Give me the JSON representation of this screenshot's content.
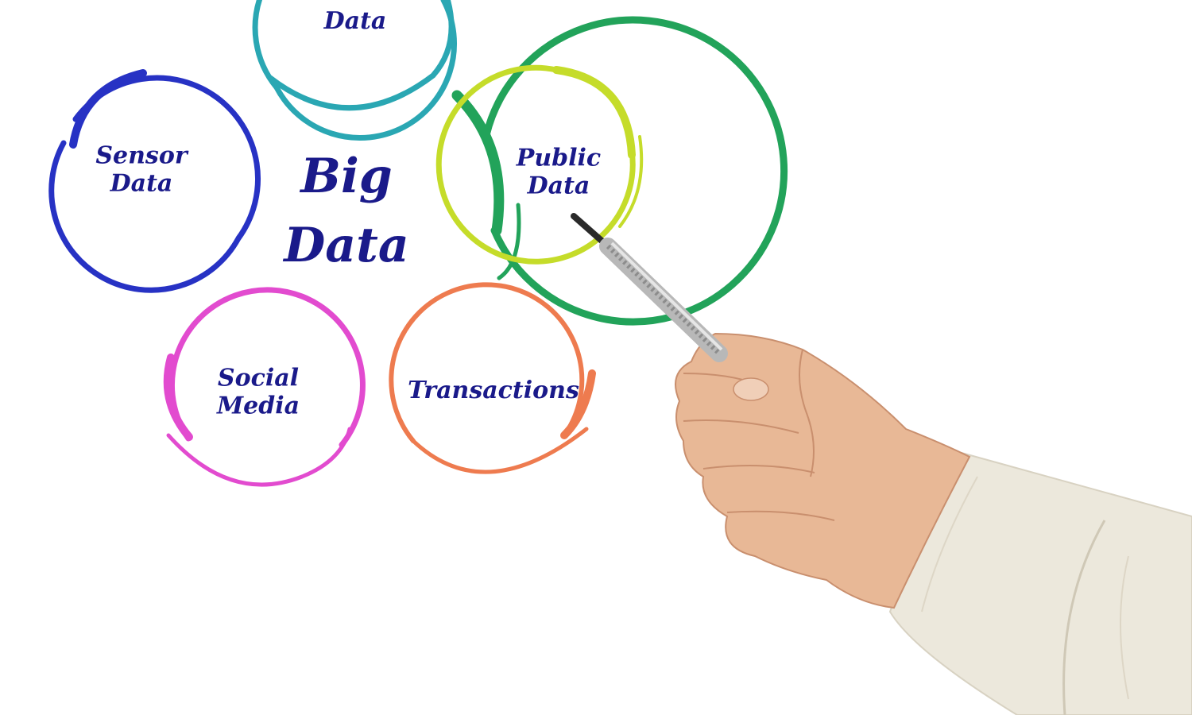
{
  "diagram": {
    "center": {
      "lines": [
        "Big",
        "Data"
      ],
      "color": "#22a35a"
    },
    "satellites": [
      {
        "id": "top",
        "lines": [
          "",
          "Data"
        ],
        "color": "#2aa7b3"
      },
      {
        "id": "sensor",
        "lines": [
          "Sensor",
          "Data"
        ],
        "color": "#2732c4"
      },
      {
        "id": "public",
        "lines": [
          "Public",
          "Data"
        ],
        "color": "#c5dc2a"
      },
      {
        "id": "social",
        "lines": [
          "Social",
          "Media"
        ],
        "color": "#e24bcf"
      },
      {
        "id": "transactions",
        "lines": [
          "Transactions"
        ],
        "color": "#ee7b4f"
      }
    ],
    "text_color": "#1a1a8a"
  }
}
